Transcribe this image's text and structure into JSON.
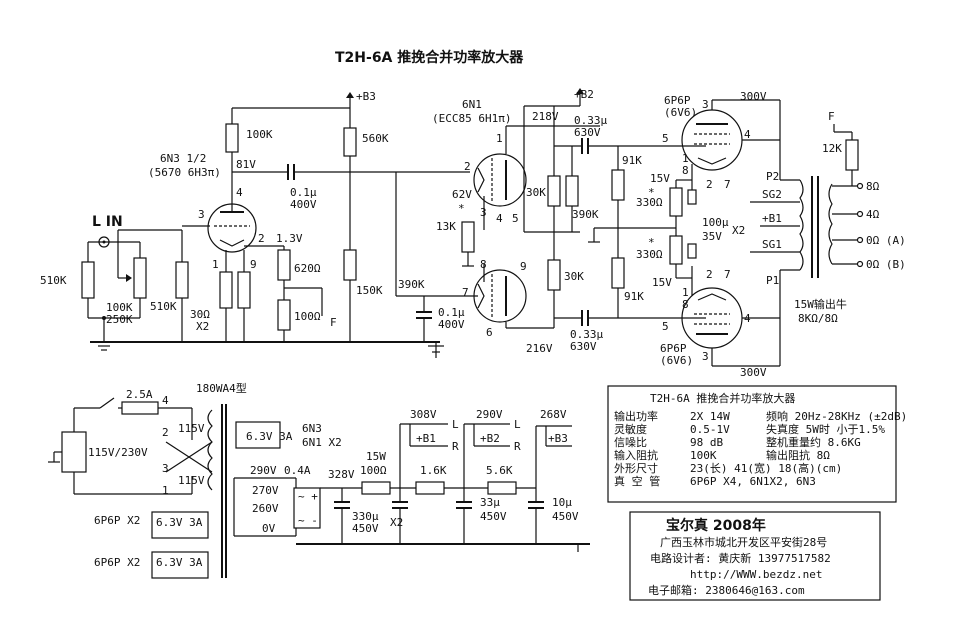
{
  "title": "T2H-6A 推挽合并功率放大器",
  "input": {
    "label": "L IN",
    "r_510k": "510K",
    "pot": "100K\n250K",
    "r_510k_b": "510K"
  },
  "stage1": {
    "tube": "6N3 1/2",
    "tube_alt": "(5670 6H3π)",
    "plate_r": "100K",
    "plate_v": "81V",
    "cap": "0.1μ",
    "cap_v": "400V",
    "cath_v": "1.3V",
    "r_620": "620Ω",
    "r_100": "100Ω",
    "fb": "F",
    "r_30": "30Ω",
    "x2": "X2",
    "b3": "+B3",
    "r_560k": "560K",
    "r_150k": "150K",
    "pin3": "3",
    "pin4": "4",
    "pin2": "2",
    "pin1": "1",
    "pin9": "9"
  },
  "phase": {
    "tube": "6N1",
    "tube_alt": "(ECC85 6H1π)",
    "v218": "218V",
    "b2": "+B2",
    "r_30k_a": "30K",
    "r_390k": "390K",
    "r_30k_b": "30K",
    "r_13k": "13K",
    "v62": "62V",
    "star": "*",
    "r_390k_b": "390K",
    "cap_b": "0.1μ",
    "cap_bv": "400V",
    "v216": "216V",
    "pins": [
      "1",
      "2",
      "3",
      "4",
      "5",
      "6",
      "7",
      "8",
      "9"
    ]
  },
  "output": {
    "cap_top": "0.33μ",
    "cap_top_v": "630V",
    "cap_bot": "0.33μ",
    "cap_bot_v": "630V",
    "r_91k_a": "91K",
    "r_91k_b": "91K",
    "v15_a": "15V",
    "v15_b": "15V",
    "r_330_a": "330Ω",
    "r_330_b": "330Ω",
    "cap_100": "100μ",
    "cap_100_v": "35V",
    "x2": "X2",
    "tube": "6P6P",
    "tube_alt": "(6V6)",
    "v300": "300V",
    "p2": "P2",
    "sg2": "SG2",
    "b1": "+B1",
    "sg1": "SG1",
    "p1": "P1",
    "f": "F",
    "r_12k": "12K",
    "taps": [
      "8Ω",
      "4Ω",
      "0Ω (A)",
      "0Ω (B)"
    ],
    "xfmr": "15W输出牛",
    "xfmr_z": "8KΩ/8Ω"
  },
  "power": {
    "xfmr": "180WA4型",
    "fuse": "2.5A",
    "mains": "115V/230V",
    "w115a": "115V",
    "w115b": "115V",
    "p2": "2",
    "p3": "3",
    "p4": "4",
    "p1": "1",
    "fil1": "6.3V 3A",
    "fil1_t": "6N3",
    "fil1_t2": "6N1 X2",
    "hv": "290V",
    "hv_a": "0.4A",
    "t270": "270V",
    "t260": "260V",
    "t0": "0V",
    "fil2_t": "6P6P X2",
    "fil2": "6.3V 3A",
    "fil3_t": "6P6P X2",
    "fil3": "6.3V 3A",
    "v328": "328V",
    "r15w": "15W",
    "r100": "100Ω",
    "c330": "330μ",
    "c330_v": "450V",
    "c330_x": "X2",
    "r1k6": "1.6K",
    "r5k6": "5.6K",
    "c33": "33μ",
    "c33_v": "450V",
    "c10": "10μ",
    "c10_v": "450V",
    "v308": "308V",
    "v290": "290V",
    "v268": "268V",
    "b1": "+B1",
    "b2": "+B2",
    "b3": "+B3",
    "l": "L",
    "r": "R"
  },
  "specs": {
    "title": "T2H-6A 推挽合并功率放大器",
    "rows": [
      [
        "输出功率",
        "2X 14W",
        "频响 20Hz-28KHz (±2dB)"
      ],
      [
        "灵敏度",
        "0.5-1V",
        "失真度  5W时 小于1.5%"
      ],
      [
        "信噪比",
        "98 dB",
        "整机重量约 8.6KG"
      ],
      [
        "输入阻抗",
        "100K",
        "输出阻抗    8Ω"
      ],
      [
        "外形尺寸",
        "23(长) 41(宽) 18(高)(cm)",
        ""
      ],
      [
        "真 空 管",
        "6P6P X4, 6N1X2, 6N3",
        ""
      ]
    ]
  },
  "credits": {
    "brand": "宝尔真    2008年",
    "addr": "广西玉林市城北开发区平安街28号",
    "designer": "电路设计者: 黄庆新  13977517582",
    "url": "http://WWW.bezdz.net",
    "email": "电子邮箱: 2380646@163.com"
  }
}
